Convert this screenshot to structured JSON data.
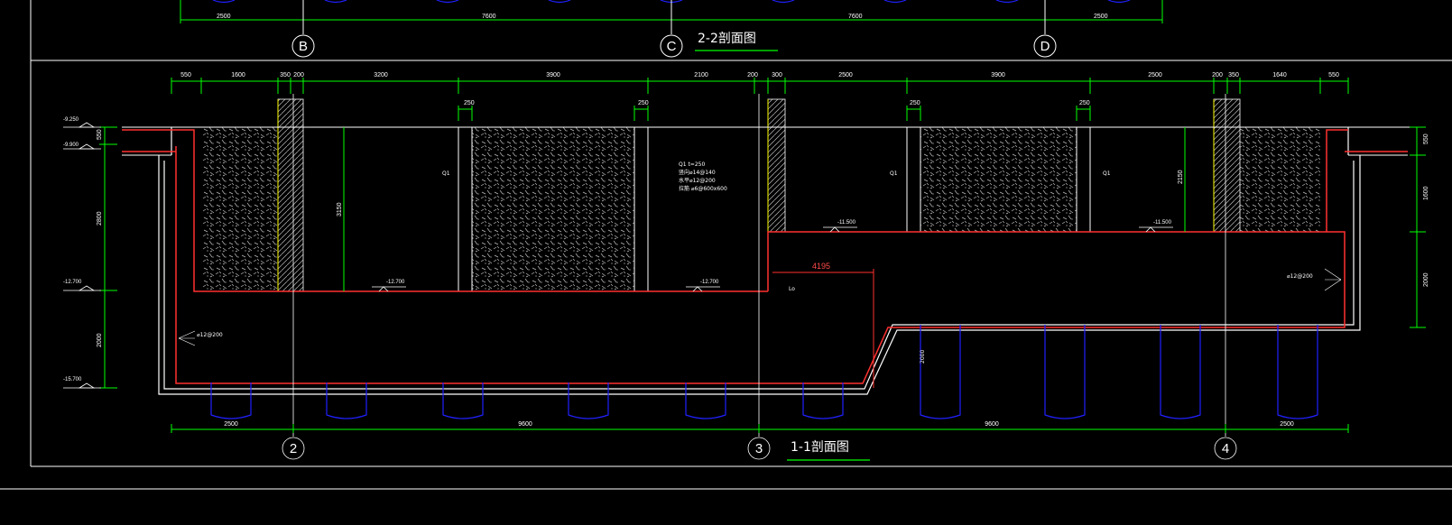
{
  "top_section": {
    "dims": [
      "2500",
      "7600",
      "7600",
      "2500"
    ],
    "axes": [
      "B",
      "C",
      "D"
    ],
    "title": "2-2剖面图"
  },
  "main_section": {
    "title": "1-1剖面图",
    "axes": [
      "2",
      "3",
      "4"
    ],
    "top_dims": [
      "550",
      "1600",
      "350",
      "200",
      "3200",
      "3900",
      "2100",
      "200",
      "300",
      "2500",
      "3900",
      "2500",
      "200",
      "350",
      "1640",
      "550"
    ],
    "bottom_dims": [
      "2500",
      "9600",
      "9600",
      "2500"
    ],
    "wall_dims": [
      "250",
      "250",
      "250",
      "250"
    ],
    "left_elevations": [
      "-9.250",
      "-9.900",
      "-12.700",
      "-15.700"
    ],
    "left_vertical_dims": [
      "550",
      "2800",
      "2000"
    ],
    "right_vertical_dims": [
      "550",
      "1600",
      "2000"
    ],
    "inner_elevations": [
      "-12.700",
      "-12.700",
      "-11.500",
      "-11.500"
    ],
    "height_dims": [
      "3150",
      "2150"
    ],
    "q1_labels": [
      "Q1",
      "Q1",
      "Q1"
    ],
    "red_dim": "4195",
    "lo_label": "Lo",
    "slope_dims": [
      "2000"
    ],
    "rebar_note": [
      "Q1 t=250",
      "竖向⌀14@140",
      "水平⌀12@200",
      "拉筋 ⌀6@600x600"
    ],
    "annotation_labels": [
      "⌀12@200",
      "⌀12@200"
    ]
  },
  "colors": {
    "background": "#000000",
    "line_white": "#ffffff",
    "line_green": "#00ff00",
    "line_red": "#ff3030",
    "line_yellow": "#ffff00",
    "line_blue": "#2020ff"
  }
}
